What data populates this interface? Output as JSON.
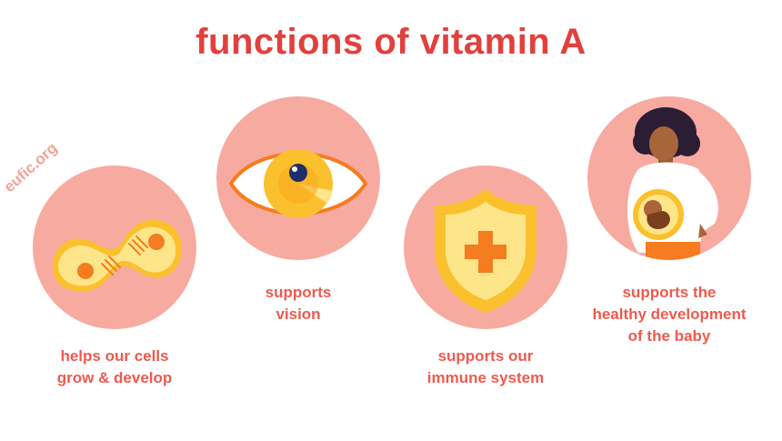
{
  "title": "functions of vitamin A",
  "watermark": "eufic.org",
  "colors": {
    "accent": "#e2403d",
    "caption": "#ee5a4e",
    "circle": "#f7aaa0",
    "yellow": "#fbc02d",
    "orange": "#f57c1f"
  },
  "functions": [
    {
      "icon": "cell-division-icon",
      "lines": [
        "helps our cells",
        "grow & develop"
      ]
    },
    {
      "icon": "eye-icon",
      "lines": [
        "supports",
        "vision"
      ]
    },
    {
      "icon": "shield-cross-icon",
      "lines": [
        "supports our",
        "immune system"
      ]
    },
    {
      "icon": "pregnant-woman-icon",
      "lines": [
        "supports the",
        "healthy development",
        "of the baby"
      ]
    }
  ]
}
